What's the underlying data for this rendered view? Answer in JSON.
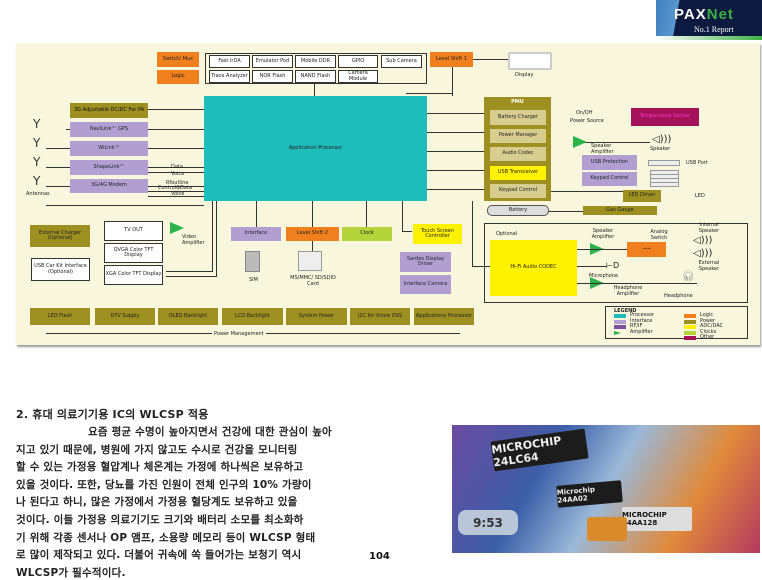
{
  "logo": {
    "brand": "PAXNet",
    "tagline": "No.1 Report"
  },
  "diagram": {
    "switch_mux": "Switch/ Mux",
    "logic": "Logic",
    "top_group": [
      "Fast IrDA",
      "Emulator Pod",
      "Mobile DDR",
      "GPIO",
      "Sub Camera",
      "Trace Analyzer",
      "NOR Flash",
      "NAND Flash",
      "Camera Module"
    ],
    "level_shift_1": "Level Shift 1",
    "display": "Display",
    "app_processor": "Application Processor",
    "dcdc": "3G Adjustable DC/DC For PA",
    "navilink": "NaviLink™ GPS",
    "wilink": "WiLink™",
    "shapelink": "ShapeLink™",
    "modem": "3G/4G Modem",
    "antennas": "Antennas",
    "sig_data": "Data",
    "sig_voice": "Voice",
    "sig_rf": "Rfoutline",
    "sig_ctrl": "Control&Data",
    "sig_voice2": "Voice",
    "pmu": "PMU",
    "pmu_blocks": [
      "Battery Charger",
      "Power Manager",
      "Audio Codec",
      "USB Transceiver",
      "Keypad Control"
    ],
    "battery": "Battery",
    "gas_gauge": "Gas Gauge",
    "on_off": "On/Off",
    "power_source": "Power Source",
    "temp_sensor": "Temperature Sensor",
    "speaker_amp": "Speaker Amplifier",
    "speaker": "Speaker",
    "usb_protection": "USB Protection",
    "usb_port": "USB Port",
    "keypad_control": "Keypad Control",
    "led_driver": "LED Driver",
    "led": "LED",
    "external_charger": "External Charger (Optional)",
    "usb_car_kit": "USB Car Kit Interface (Optional)",
    "tv_out": "TV OUT",
    "qvga": "QVGA Color TFT Display",
    "xga": "XGA Color TFT Display",
    "video_amp": "Video Amplifier",
    "interface": "Interface",
    "level_shift_2": "Level Shift 2",
    "clock": "Clock",
    "touch": "Touch Screen Controller",
    "sim": "SIM",
    "card": "MS/MMC/ SD/SDIO Card",
    "sardes": "Sardes Display Driver",
    "iface_camera": "Interface Camera",
    "power_blocks": [
      "LED Flash",
      "DTV Supply",
      "OLED Backlight",
      "LCD Backlight",
      "System Power",
      "I2C for Vcore DVS",
      "Applications Processor"
    ],
    "power_management": "Power Management",
    "optional": "Optional",
    "hifi": "Hi-Fi Audio CODEC",
    "spk_amp2": "Speaker Amplifier",
    "analog_switch": "Analog Switch",
    "internal_speaker": "Internal Speaker",
    "external_speaker": "External Speaker",
    "microphone": "Microphone",
    "hp_amp": "Headphone Amplifier",
    "headphone": "Headphone",
    "legend": {
      "title": "LEGEND",
      "items": [
        {
          "label": "Processor",
          "color": "#1fbcbc"
        },
        {
          "label": "Interface",
          "color": "#b29fd2"
        },
        {
          "label": "RF/IF",
          "color": "#7a4fa0"
        },
        {
          "label": "Amplifier",
          "color": "#2db34a"
        },
        {
          "label": "Logic",
          "color": "#f07f1e"
        },
        {
          "label": "Power",
          "color": "#9d9020"
        },
        {
          "label": "ADC/DAC",
          "color": "#fff200"
        },
        {
          "label": "Clocks",
          "color": "#b5d33a"
        },
        {
          "label": "Other",
          "color": "#a4135a"
        }
      ]
    }
  },
  "article": {
    "heading": "2. 휴대 의료기기용 IC의 WLCSP 적용",
    "lines": [
      "요즘 평균 수명이 높아지면서 건강에 대한 관심이 높아",
      "지고 있기 때문에, 병원에 가지 않고도 수시로 건강을 모니터링",
      "할 수 있는 가정용 혈압계나 체온계는 가정에 하나씩은 보유하고",
      "있을 것이다. 또한, 당뇨를 가진 인원이 전체 인구의 10% 가량이",
      "나 된다고 하니, 많은 가정에서 가정용 혈당계도 보유하고 있을",
      "것이다. 이들 가정용 의료기기도 크기와 배터리 소모를 최소화하",
      "기 위해 각종 센서나 OP 앰프, 소용량 메모리 등이 WLCSP 형태",
      "로 많이 제작되고 있다. 더불어 귀속에 쏙 들어가는 보청기 역시",
      "WLCSP가 필수적이다."
    ],
    "page_number": "104"
  },
  "photo": {
    "chips": [
      "MICROCHIP 24LC64",
      "Microchip 24AA02",
      "MICROCHIP 24AA128"
    ],
    "watch": "9:53"
  }
}
